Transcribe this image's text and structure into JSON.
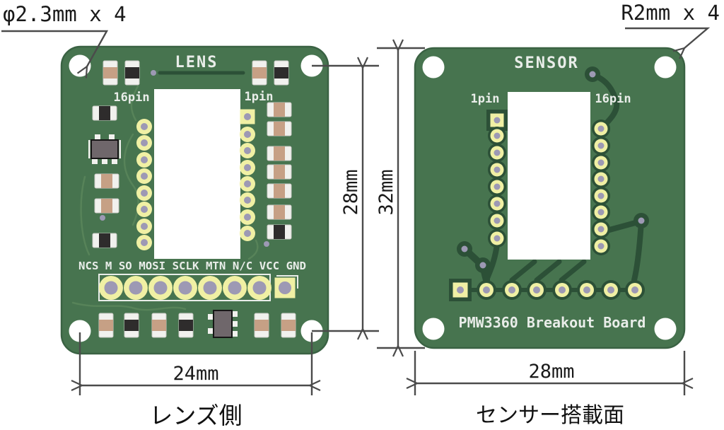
{
  "annotations": {
    "hole_callout": "φ2.3mm x 4",
    "corner_callout": "R2mm x 4"
  },
  "left_board": {
    "silkscreen": {
      "title": "LENS",
      "pin16_label": "16pin",
      "pin1_label": "1pin",
      "signal_row": "NCS M SO MOSI SCLK MTN N/C VCC GND"
    },
    "caption": "レンズ側"
  },
  "right_board": {
    "silkscreen": {
      "title": "SENSOR",
      "pin1_label": "1pin",
      "pin16_label": "16pin",
      "board_name": "PMW3360 Breakout Board"
    },
    "caption": "センサー搭載面"
  },
  "dimensions": {
    "lens_hole_pitch_horizontal": "24mm",
    "lens_hole_pitch_vertical": "28mm",
    "sensor_board_width": "28mm",
    "sensor_board_height": "32mm"
  },
  "colors": {
    "board_green": "#47744f",
    "trace_dark_green": "#2c5037",
    "trace_light_green": "#578359",
    "pad_yellow": "#f0f0a4",
    "hole_gray": "#9d99b4",
    "silkscreen_white": "#e9ede9",
    "dimension_gray": "#4b4b4b",
    "component_tan": "#c6a085",
    "component_black": "#2e2c2c",
    "ic_gray": "#6f676b"
  }
}
